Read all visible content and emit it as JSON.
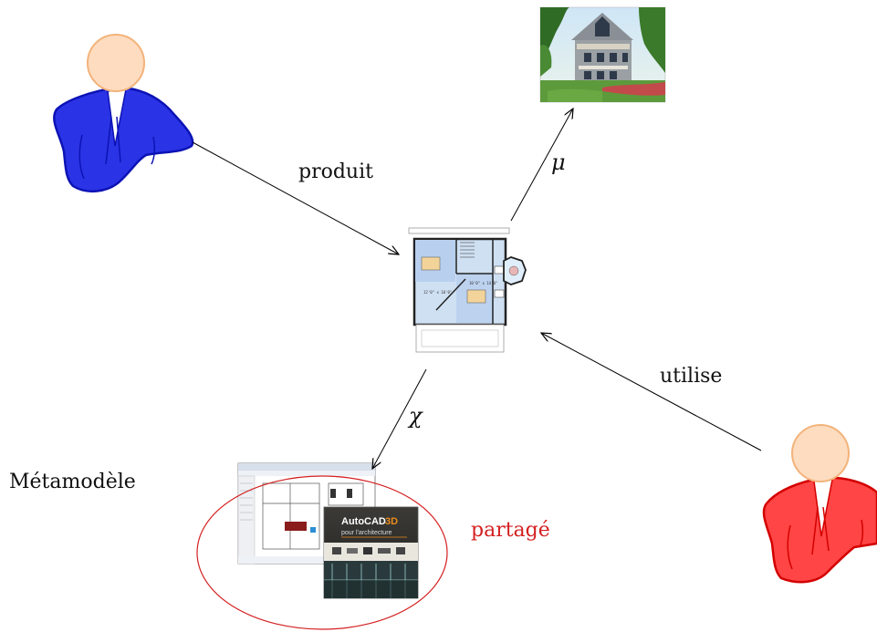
{
  "labels": {
    "produit": "produit",
    "utilise": "utilise",
    "mu": "μ",
    "chi": "χ",
    "metamodel": "Métamodèle",
    "shared": "partagé"
  },
  "book_cover": {
    "title": "AutoCAD",
    "title_suffix": "3D",
    "subtitle": "pour l'architecture"
  },
  "colors": {
    "designer": "#2b33e6",
    "user": "#ff4040",
    "shared_text": "#d42020",
    "ellipse": "#d42020",
    "skin": "#fddcc0",
    "skin_outline": "#f3b37a",
    "arrow": "#000000"
  },
  "icons": {
    "designer": "person-icon",
    "user": "person-icon",
    "house": "house-photo",
    "floorplan": "floor-plan-image",
    "software": "cad-software-screenshot",
    "book": "autocad-book-cover"
  }
}
